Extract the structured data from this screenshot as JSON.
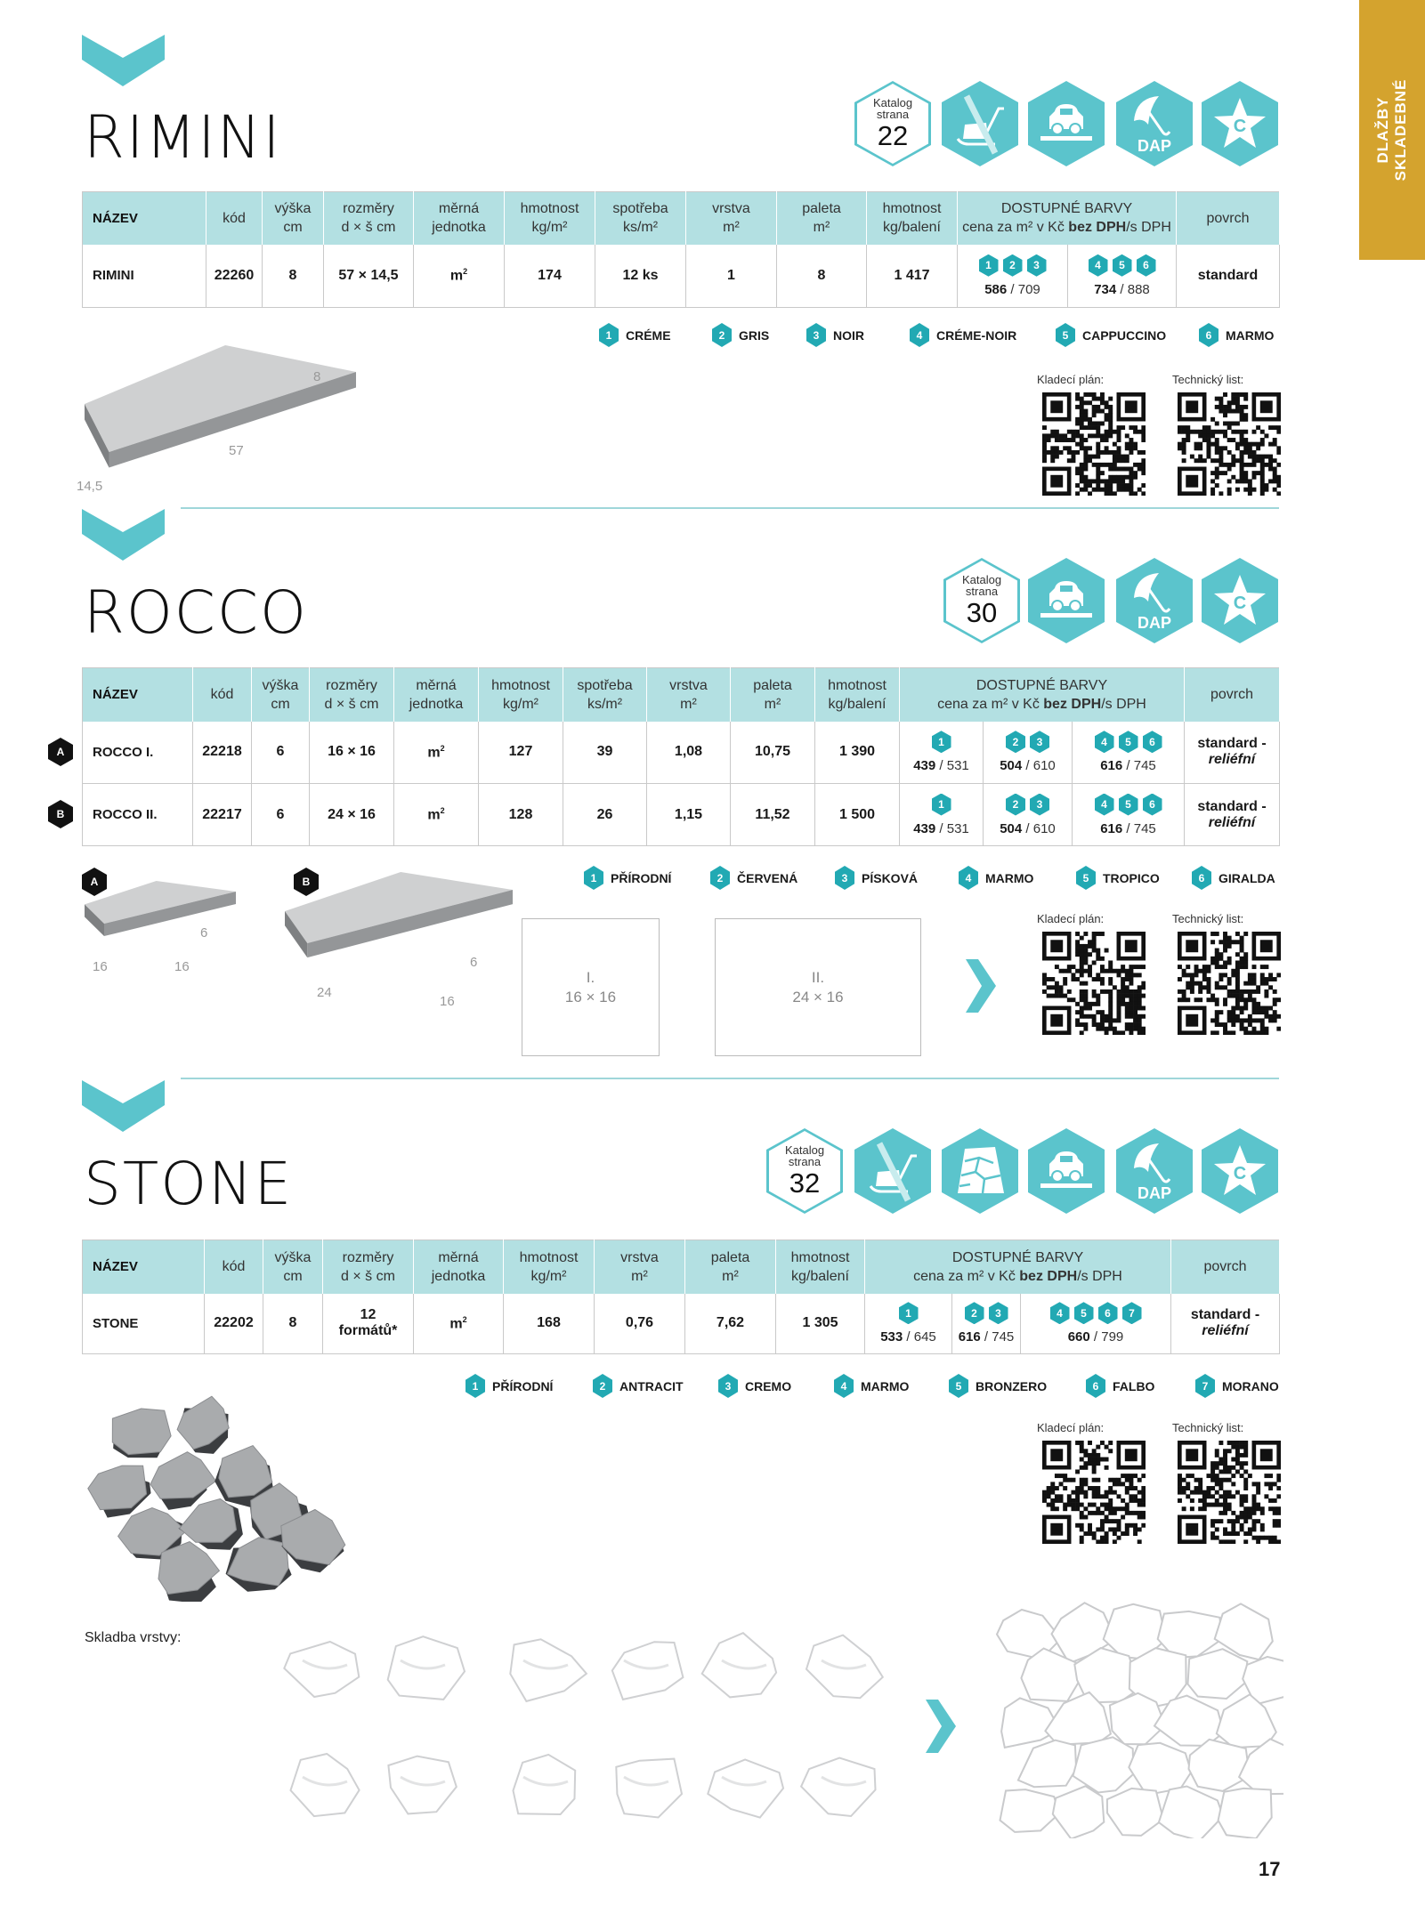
{
  "sidebar_tab": {
    "line1": "DLAŽBY",
    "line2": "SKLADEBNÉ"
  },
  "page_number": "17",
  "colors": {
    "accent": "#5bc4cc",
    "header_bg": "#b3e0e2",
    "badge": "#22a9b3",
    "tab": "#d4a32e"
  },
  "qr_labels": {
    "kladeci": "Kladecí plán:",
    "technicky": "Technický list:"
  },
  "icon_text": {
    "dap": "DAP",
    "c": "C"
  },
  "color_header": {
    "title": "DOSTUPNÉ BARVY",
    "pre": "cena za m² v Kč ",
    "bold": "bez DPH",
    "post": "/s DPH"
  },
  "products": {
    "rimini": {
      "title": "RIMINI",
      "catalog": {
        "l1": "Katalog",
        "l2": "strana",
        "page": "22"
      },
      "icons": [
        "no-vibration-plate-icon",
        "car-load-icon",
        "dap-umbrella-icon",
        "c-star-icon"
      ],
      "headers": [
        [
          "NÁZEV"
        ],
        [
          "kód"
        ],
        [
          "výška",
          "cm"
        ],
        [
          "rozměry",
          "d × š cm"
        ],
        [
          "měrná",
          "jednotka"
        ],
        [
          "hmotnost",
          "kg/m²"
        ],
        [
          "spotřeba",
          "ks/m²"
        ],
        [
          "vrstva",
          "m²"
        ],
        [
          "paleta",
          "m²"
        ],
        [
          "hmotnost",
          "kg/balení"
        ]
      ],
      "povrch_header": "povrch",
      "rows": [
        {
          "cells": [
            "RIMINI",
            "22260",
            "8",
            "57 × 14,5",
            "m²",
            "174",
            "12 ks",
            "1",
            "8",
            "1 417"
          ],
          "groups": [
            {
              "badges": [
                "1",
                "2",
                "3"
              ],
              "bez": "586",
              "s": "709"
            },
            {
              "badges": [
                "4",
                "5",
                "6"
              ],
              "bez": "734",
              "s": "888"
            }
          ],
          "povrch": [
            "standard"
          ]
        }
      ],
      "legend": [
        {
          "n": "1",
          "name": "CRÉME"
        },
        {
          "n": "2",
          "name": "GRIS"
        },
        {
          "n": "3",
          "name": "NOIR"
        },
        {
          "n": "4",
          "name": "CRÉME-NOIR"
        },
        {
          "n": "5",
          "name": "CAPPUCCINO"
        },
        {
          "n": "6",
          "name": "MARMO"
        }
      ],
      "dims": [
        "8",
        "57",
        "14,5"
      ]
    },
    "rocco": {
      "title": "ROCCO",
      "catalog": {
        "l1": "Katalog",
        "l2": "strana",
        "page": "30"
      },
      "icons": [
        "car-load-icon",
        "dap-umbrella-icon",
        "c-star-icon"
      ],
      "headers": [
        [
          "NÁZEV"
        ],
        [
          "kód"
        ],
        [
          "výška",
          "cm"
        ],
        [
          "rozměry",
          "d × š cm"
        ],
        [
          "měrná",
          "jednotka"
        ],
        [
          "hmotnost",
          "kg/m²"
        ],
        [
          "spotřeba",
          "ks/m²"
        ],
        [
          "vrstva",
          "m²"
        ],
        [
          "paleta",
          "m²"
        ],
        [
          "hmotnost",
          "kg/balení"
        ]
      ],
      "povrch_header": "povrch",
      "rows": [
        {
          "marker": "A",
          "cells": [
            "ROCCO I.",
            "22218",
            "6",
            "16 × 16",
            "m²",
            "127",
            "39",
            "1,08",
            "10,75",
            "1 390"
          ],
          "groups": [
            {
              "badges": [
                "1"
              ],
              "bez": "439",
              "s": "531"
            },
            {
              "badges": [
                "2",
                "3"
              ],
              "bez": "504",
              "s": "610"
            },
            {
              "badges": [
                "4",
                "5",
                "6"
              ],
              "bez": "616",
              "s": "745"
            }
          ],
          "povrch": [
            "standard -",
            "reliéfní"
          ]
        },
        {
          "marker": "B",
          "cells": [
            "ROCCO II.",
            "22217",
            "6",
            "24 × 16",
            "m²",
            "128",
            "26",
            "1,15",
            "11,52",
            "1 500"
          ],
          "groups": [
            {
              "badges": [
                "1"
              ],
              "bez": "439",
              "s": "531"
            },
            {
              "badges": [
                "2",
                "3"
              ],
              "bez": "504",
              "s": "610"
            },
            {
              "badges": [
                "4",
                "5",
                "6"
              ],
              "bez": "616",
              "s": "745"
            }
          ],
          "povrch": [
            "standard -",
            "reliéfní"
          ]
        }
      ],
      "legend": [
        {
          "n": "1",
          "name": "PŘÍRODNÍ"
        },
        {
          "n": "2",
          "name": "ČERVENÁ"
        },
        {
          "n": "3",
          "name": "PÍSKOVÁ"
        },
        {
          "n": "4",
          "name": "MARMO"
        },
        {
          "n": "5",
          "name": "TROPICO"
        },
        {
          "n": "6",
          "name": "GIRALDA"
        }
      ],
      "images": [
        {
          "marker": "A",
          "dims": [
            "6",
            "16",
            "16"
          ]
        },
        {
          "marker": "B",
          "dims": [
            "6",
            "24",
            "16"
          ]
        }
      ],
      "layout_boxes": [
        {
          "l1": "I.",
          "l2": "16 × 16"
        },
        {
          "l1": "II.",
          "l2": "24 × 16"
        }
      ]
    },
    "stone": {
      "title": "STONE",
      "catalog": {
        "l1": "Katalog",
        "l2": "strana",
        "page": "32"
      },
      "icons": [
        "no-vibration-plate-icon",
        "irregular-paving-icon",
        "car-load-icon",
        "dap-umbrella-icon",
        "c-star-icon"
      ],
      "headers": [
        [
          "NÁZEV"
        ],
        [
          "kód"
        ],
        [
          "výška",
          "cm"
        ],
        [
          "rozměry",
          "d × š cm"
        ],
        [
          "měrná",
          "jednotka"
        ],
        [
          "hmotnost",
          "kg/m²"
        ],
        [
          "vrstva",
          "m²"
        ],
        [
          "paleta",
          "m²"
        ],
        [
          "hmotnost",
          "kg/balení"
        ]
      ],
      "povrch_header": "povrch",
      "rows": [
        {
          "cells": [
            "STONE",
            "22202",
            "8",
            "12 formátů*",
            "m²",
            "168",
            "0,76",
            "7,62",
            "1 305"
          ],
          "groups": [
            {
              "badges": [
                "1"
              ],
              "bez": "533",
              "s": "645"
            },
            {
              "badges": [
                "2",
                "3"
              ],
              "bez": "616",
              "s": "745"
            },
            {
              "badges": [
                "4",
                "5",
                "6",
                "7"
              ],
              "bez": "660",
              "s": "799"
            }
          ],
          "povrch": [
            "standard -",
            "reliéfní"
          ]
        }
      ],
      "legend": [
        {
          "n": "1",
          "name": "PŘÍRODNÍ"
        },
        {
          "n": "2",
          "name": "ANTRACIT"
        },
        {
          "n": "3",
          "name": "CREMO"
        },
        {
          "n": "4",
          "name": "MARMO"
        },
        {
          "n": "5",
          "name": "BRONZERO"
        },
        {
          "n": "6",
          "name": "FALBO"
        },
        {
          "n": "7",
          "name": "MORANO"
        }
      ],
      "skladba_label": "Skladba vrstvy:"
    }
  }
}
